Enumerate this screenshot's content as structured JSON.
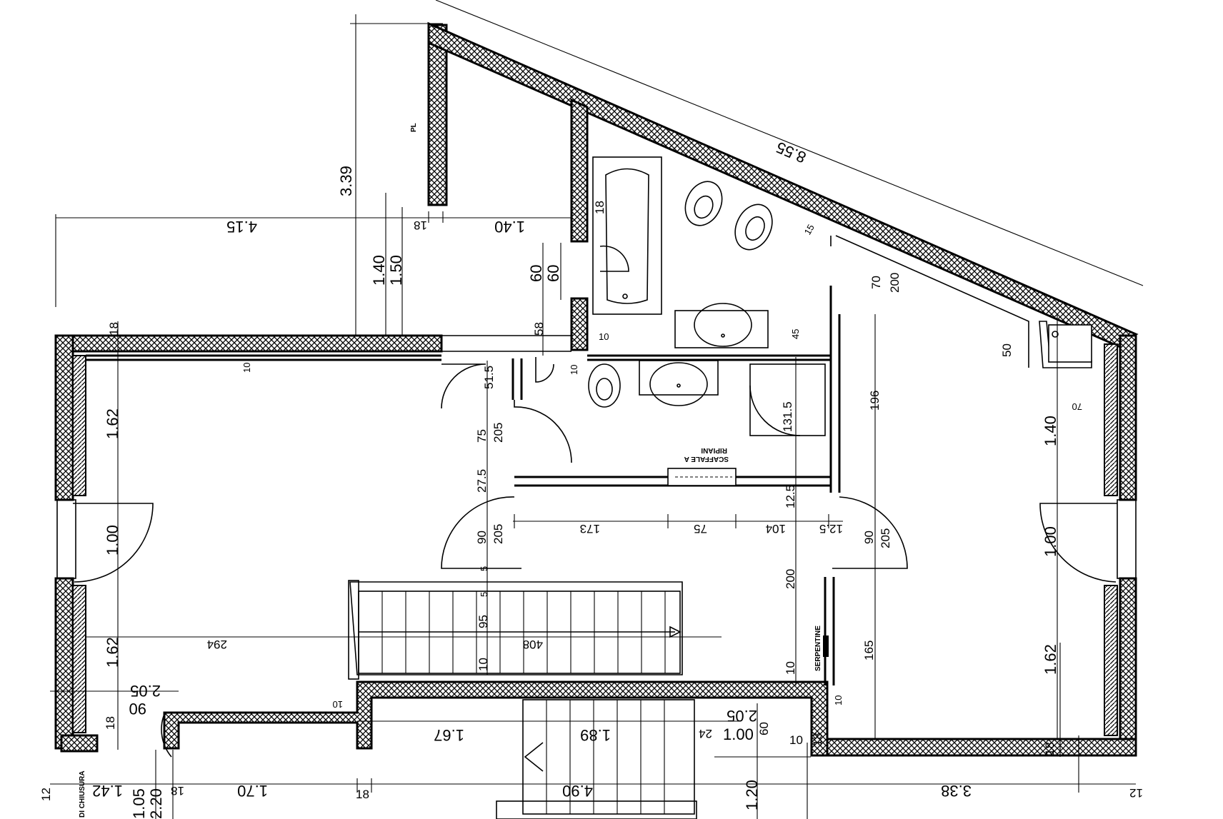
{
  "labels": {
    "pl": "PL",
    "scaffale_line1": "SCAFFALE  A",
    "scaffale_line2": "RIPIANI",
    "serpentine": "SERPENTINE",
    "di_chiusura": "DI CHIUSURA"
  },
  "dims": {
    "d_339": "3.39",
    "d_855": "8.55",
    "d_415": "4.15",
    "d_18_top": "18",
    "d_140_top": "1.40",
    "d_140_v": "1.40",
    "d_150_v": "1.50",
    "d_60a": "60",
    "d_60b": "60",
    "d_58": "58",
    "d_18_bath": "18",
    "d_15": "15",
    "d_70_v": "70",
    "d_200_v": "200",
    "d_50": "50",
    "d_70_h": "70",
    "d_10_bath": "10",
    "d_10_wc": "10",
    "d_45": "45",
    "d_10_room": "10",
    "d_18_room": "18",
    "d_162_lt": "1.62",
    "d_100_l": "1.00",
    "d_162_lb": "1.62",
    "d_515": "51.5",
    "d_75": "75",
    "d_205_a": "205",
    "d_275": "27.5",
    "d_1315": "131.5",
    "d_196": "196",
    "d_125_v": "12.5",
    "d_173": "173",
    "d_75_h": "75",
    "d_104": "104",
    "d_125_h": "12.5",
    "d_90_l": "90",
    "d_205_b": "205",
    "d_90_r": "90",
    "d_205_r": "205",
    "d_5a": "5",
    "d_5b": "5",
    "d_95": "95",
    "d_10_st": "10",
    "d_200_c": "200",
    "d_165": "165",
    "d_10_c": "10",
    "d_10_r": "10",
    "d_140_r": "1.40",
    "d_100_r": "1.00",
    "d_162_r": "1.62",
    "d_294": "294",
    "d_408": "408",
    "d_205_bl": "2.05",
    "d_90_bl": "90",
    "d_18_bl": "18",
    "d_10_bl": "10",
    "d_167": "1.67",
    "d_189": "1.89",
    "d_24": "24",
    "d_100_b": "1.00",
    "d_205_br": "2.05",
    "d_60_b": "60",
    "d_18_b2": "18",
    "d_10_b2": "10",
    "d_18_r": "18",
    "d_12_l": "12",
    "d_142": "1.42",
    "d_105": "1.05",
    "d_220": "2.20",
    "d_18_b": "18",
    "d_170": "1.70",
    "d_18_b3": "18",
    "d_490": "4.90",
    "d_120": "1.20",
    "d_338": "3.38",
    "d_12_r": "12"
  }
}
